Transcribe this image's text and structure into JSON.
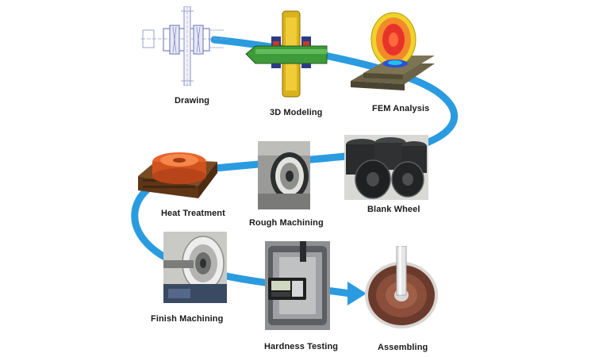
{
  "process": {
    "steps": [
      {
        "id": "drawing",
        "label": "Drawing",
        "icon": "technical-drawing-icon"
      },
      {
        "id": "3d-modeling",
        "label": "3D Modeling",
        "icon": "wheel-3d-model-icon"
      },
      {
        "id": "fem-analysis",
        "label": "FEM Analysis",
        "icon": "fem-stress-wheel-icon"
      },
      {
        "id": "blank-wheel",
        "label": "Blank Wheel",
        "icon": "blank-wheels-stack-icon"
      },
      {
        "id": "rough-machining",
        "label": "Rough Machining",
        "icon": "rough-machined-wheel-icon"
      },
      {
        "id": "heat-treatment",
        "label": "Heat Treatment",
        "icon": "heat-treated-wheel-icon"
      },
      {
        "id": "finish-machining",
        "label": "Finish Machining",
        "icon": "finish-machined-wheel-icon"
      },
      {
        "id": "hardness-testing",
        "label": "Hardness Testing",
        "icon": "hardness-tester-icon"
      },
      {
        "id": "assembling",
        "label": "Assembling",
        "icon": "assembled-wheel-icon"
      }
    ]
  },
  "colors": {
    "flow_path": "#2b9be0",
    "label_text": "#1a1a1a",
    "background": "#ffffff"
  }
}
